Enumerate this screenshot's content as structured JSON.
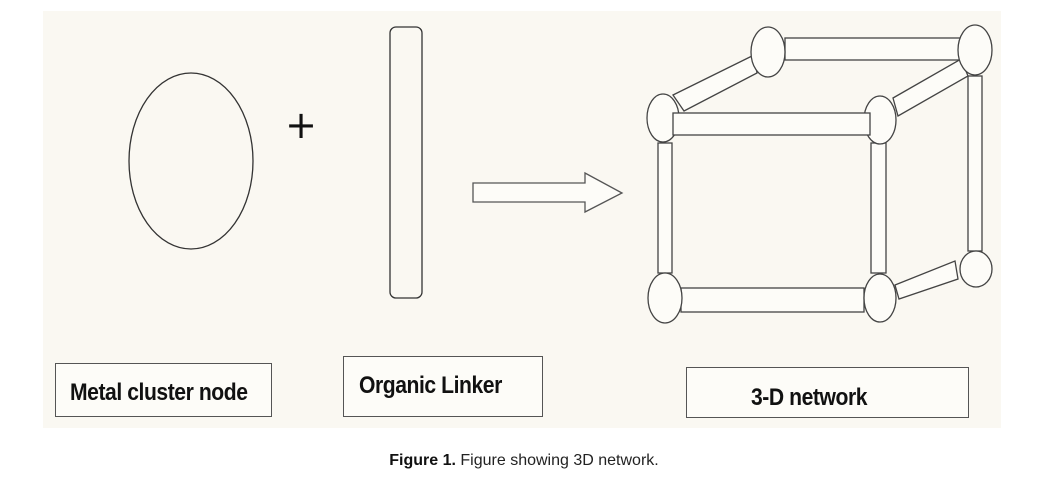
{
  "figure": {
    "labels": {
      "metal_node": "Metal cluster node",
      "organic_linker": "Organic Linker",
      "network": "3-D network"
    },
    "operator_plus": "+",
    "caption": {
      "number": "Figure 1.",
      "text": "Figure showing 3D network."
    },
    "colors": {
      "panel_background": "#faf8f2",
      "stroke": "#333333",
      "shape_fill": "#fdfcf8"
    }
  }
}
